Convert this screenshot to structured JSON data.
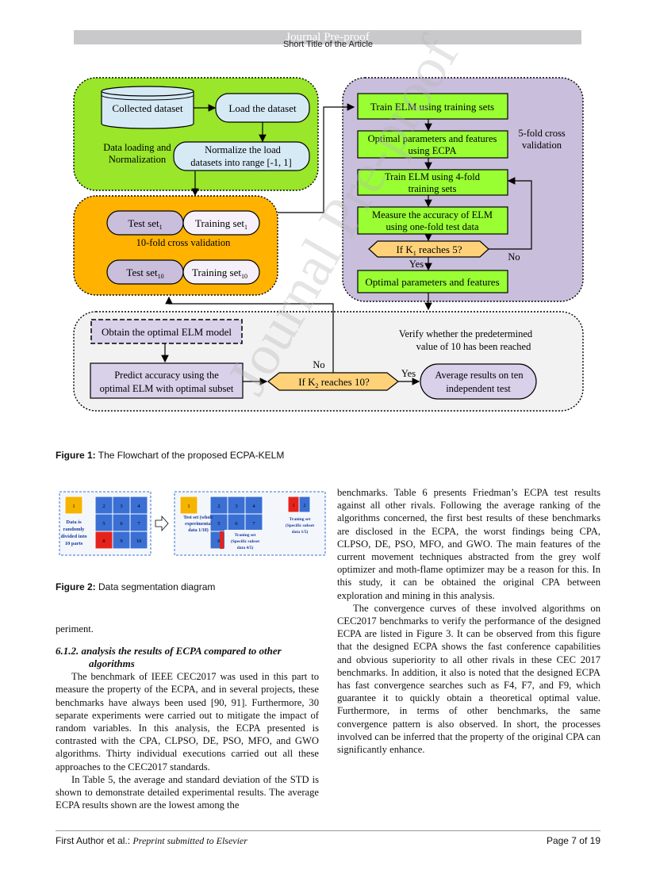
{
  "header": {
    "banner": "Journal Pre-proof",
    "short_title": "Short Title of the Article"
  },
  "figure1": {
    "caption_label": "Figure 1:",
    "caption_text": "The Flowchart of the proposed ECPA-KELM",
    "collected_dataset": "Collected dataset",
    "load_dataset": "Load the dataset",
    "data_loading_1": "Data loading and",
    "data_loading_2": "Normalization",
    "normalize_1": "Normalize the load",
    "normalize_2": "datasets into range [-1, 1]",
    "test_set_1": "Test set",
    "test_set_1_sub": "1",
    "training_set_1": "Training set",
    "training_set_1_sub": "1",
    "tenfold": "10-fold  cross  validation",
    "test_set_10": "Test set",
    "test_set_10_sub": "10",
    "training_set_10": "Training set",
    "training_set_10_sub": "10",
    "train_elm": "Train ELM using training sets",
    "optimal_params_1": "Optimal parameters and features",
    "optimal_params_2": "using ECPA",
    "fivefold_1": "5-fold cross",
    "fivefold_2": "validation",
    "train_4fold_1": "Train ELM using 4-fold",
    "train_4fold_2": "training sets",
    "measure_1": "Measure the accuracy of ELM",
    "measure_2": "using one-fold test data",
    "if_k1_pre": "If K",
    "if_k1_sub": "1",
    "if_k1_post": " reaches 5?",
    "yes_1": "Yes",
    "no_1": "No",
    "optimal_final": "Optimal parameters and features",
    "obtain_optimal": "Obtain the optimal ELM model",
    "verify_1": "Verify whether the predetermined",
    "verify_2": "value of 10 has been reached",
    "predict_1": "Predict accuracy using the",
    "predict_2": "optimal ELM with optimal subset",
    "no_2": "No",
    "if_k2_pre": "If K",
    "if_k2_sub": "2",
    "if_k2_post": " reaches 10?",
    "yes_2": "Yes",
    "average_1": "Average results on ten",
    "average_2": "independent test"
  },
  "figure2": {
    "caption_label": "Figure 2:",
    "caption_text": "Data segmentation diagram",
    "left_label": [
      "Data is",
      "randomly",
      "divided into",
      "10 parts"
    ],
    "cells": [
      "1",
      "2",
      "3",
      "4",
      "5",
      "6",
      "7",
      "8",
      "9",
      "10"
    ],
    "test_set_label": [
      "Test set (whole",
      "experimental",
      "data 1/10)"
    ],
    "training_set_label": [
      "Traning set",
      "(Specific subset",
      "data 4/5)"
    ],
    "right_top_label": [
      "Traning set",
      "(Specific subset",
      "data 1/5)"
    ]
  },
  "left_column": {
    "periment": "periment.",
    "heading_line1": "6.1.2.  analysis the results of ECPA compared to other",
    "heading_line2": "algorithms",
    "p1": "The benchmark of IEEE CEC2017 was used in this part to measure the property of the ECPA, and in several projects, these benchmarks have always been used [90, 91]. Furthermore, 30 separate experiments were carried out to mitigate the impact of random variables. In this analysis, the ECPA presented is contrasted with the CPA, CLPSO, DE, PSO, MFO, and GWO algorithms. Thirty individual executions carried out all these approaches to the CEC2017 standards.",
    "p2": "In Table 5, the average and standard deviation of the STD is shown to demonstrate detailed experimental results. The average ECPA results shown are the lowest among the"
  },
  "right_column": {
    "p1": "benchmarks. Table 6 presents Friedman’s ECPA test results against all other rivals. Following the average ranking of the algorithms concerned, the first best results of these benchmarks are disclosed in the ECPA, the worst findings being CPA, CLPSO, DE, PSO, MFO, and GWO. The main features of the current movement techniques abstracted from the grey wolf optimizer and moth-flame optimizer may be a reason for this. In this study, it can be obtained the original CPA between exploration and mining in this analysis.",
    "p2": "The convergence curves of these involved algorithms on CEC2017 benchmarks to verify the performance of the designed ECPA are listed in Figure 3.  It can be observed from this figure that the designed ECPA shows the fast conference capabilities and obvious superiority to all other rivals in these CEC 2017 benchmarks. In addition, it also is noted that the designed ECPA has fast convergence searches such as F4, F7, and F9, which guarantee it to quickly obtain a theoretical optimal value.  Furthermore, in terms of other benchmarks, the same convergence pattern is also observed. In short, the processes involved can be inferred that the property of the original CPA can significantly enhance."
  },
  "footer": {
    "authors": "First Author et al.:",
    "preprint": "Preprint submitted to Elsevier",
    "page": "Page 7 of 19"
  },
  "watermark": "Journal Pre-proof",
  "colors": {
    "green_panel": "#99e62a",
    "purple_panel": "#c9bedb",
    "orange_panel": "#ffb300",
    "grey_panel": "#f2f2f2",
    "light_blue_box": "#d6eaf5",
    "green_box": "#99ff33",
    "yellow_diamond": "#ffd27a",
    "light_purple_box": "#d9d0ea",
    "grid_blue": "#3a6fd4",
    "grid_orange": "#f5b400",
    "grid_red": "#e5231d"
  }
}
